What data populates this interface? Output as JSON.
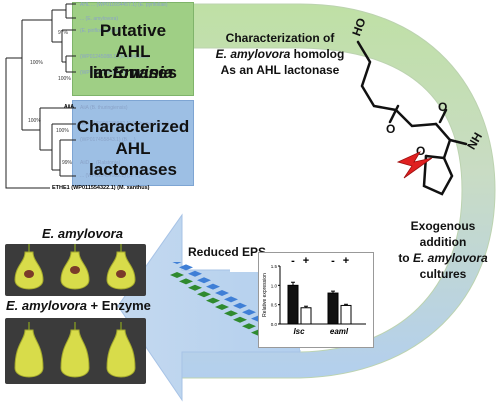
{
  "tree": {
    "group_green_title": [
      "Putative",
      "AHL lactonases",
      "in"
    ],
    "group_green_italic": "Erwinia",
    "group_blue_title": [
      "Characterized",
      "AHL lactonases"
    ],
    "bootstrap": [
      "97%",
      "100%",
      "100%",
      "100%",
      "100%",
      "99%"
    ],
    "leaves_green": [
      "AHL ... (WP011654457.1) (E. pyrifoliae)",
      "...  (E. amylovora)",
      "(E. piriflorinigrans)",
      "(WP01245088.1) (E. pyrifoliae)",
      "(WP012420881.1) (E. tasm.)"
    ],
    "leaves_blue": [
      "AiiA (B. thuringiensis)",
      "AiiB (WP009288982.1) (A. tumefaciens)",
      "(WP017455843.1) (B. ...)",
      "AiiD ... (Ralstonia)",
      "... (WP011434082.1) (S. ...)"
    ],
    "aiia_label": "AiiA",
    "outgroup": "ETHE1 (WP011554322.1) (M. xanthus)"
  },
  "characterization": {
    "line1": "Characterization of",
    "line2_italic": "E. amylovora",
    "line2_rest": " homolog",
    "line3": "As an AHL lactonase"
  },
  "molecule": {
    "atoms": [
      "O",
      "O",
      "O",
      "N",
      "H",
      "H",
      "O"
    ]
  },
  "exogenous": {
    "lines": [
      "Exogenous addition",
      "to",
      "cultures"
    ],
    "italic": "E. amylovora"
  },
  "samples": {
    "top_label": "E. amylovora",
    "bottom_label_italic": "E. amylovora",
    "bottom_label_rest": " + Enzyme"
  },
  "reduced_eps": "Reduced EPS",
  "chart_data": {
    "type": "bar",
    "categories": [
      "lsc",
      "eaml"
    ],
    "series": [
      {
        "name": "-",
        "values": [
          1.0,
          0.8
        ],
        "errors": [
          0.08,
          0.05
        ],
        "color": "#111111"
      },
      {
        "name": "+",
        "values": [
          0.42,
          0.48
        ],
        "errors": [
          0.04,
          0.03
        ],
        "color": "#ffffff"
      }
    ],
    "signs": [
      "-",
      "+"
    ],
    "ylabel": "Relative expression",
    "ylim": [
      0,
      1.5
    ],
    "yticks": [
      "0.0",
      "0.5",
      "1.0",
      "1.5"
    ]
  },
  "colors": {
    "green_box": "#9fcf85",
    "blue_box": "#9dbfe4",
    "arrow_green": "#bfe0a5",
    "arrow_blue": "#b3cfee",
    "arrow_fill": "#ffffff",
    "lightning_red": "#e02020",
    "helix_green": "#2f8a2f",
    "helix_blue": "#3f7fd6"
  }
}
